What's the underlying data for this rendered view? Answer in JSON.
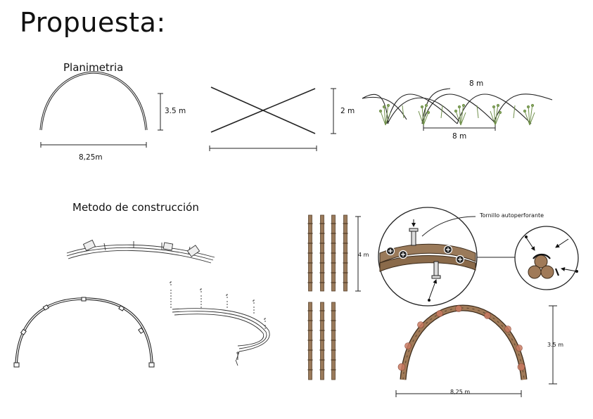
{
  "title": "Propuesta:",
  "sections": {
    "plan": "Planimetria",
    "construction": "Metodo de construcción"
  },
  "dimensions": {
    "arch_width": "8,25m",
    "arch_height": "3.5 m",
    "cross_height": "2 m",
    "series_top": "8 m",
    "series_bottom": "8 m",
    "bamboo_height": "4 m",
    "final_height": "3.5 m",
    "final_width": "8,25 m"
  },
  "callouts": {
    "screw": "Tornillo autoperforante"
  },
  "colors": {
    "line": "#222222",
    "bamboo": "#9a7a5a",
    "bamboo_dark": "#5a4530",
    "node": "#c07a60",
    "plant": "#6f8f4a"
  }
}
